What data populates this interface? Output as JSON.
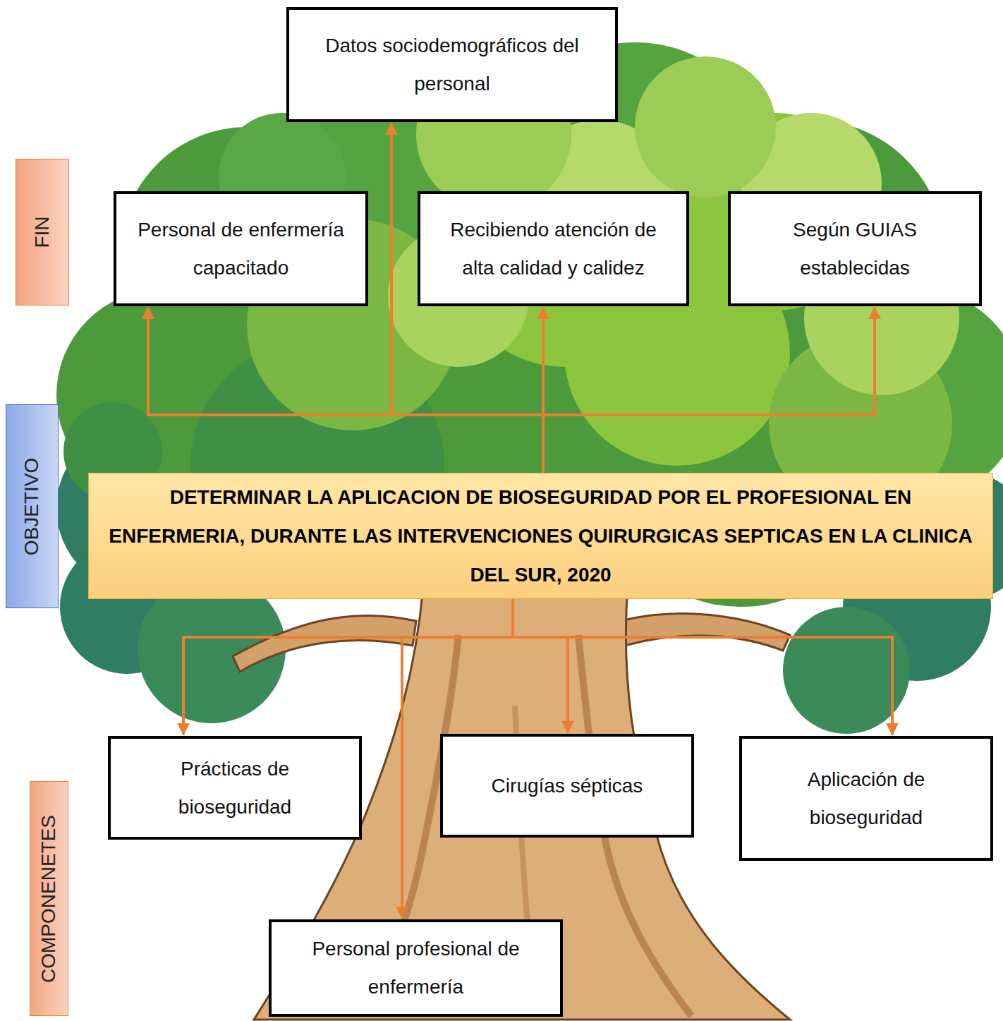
{
  "diagram": {
    "nodes": [
      {
        "text": [
          "Datos sociodemográficos del personal"
        ]
      },
      {
        "text": [
          "FIN"
        ]
      },
      {
        "text": [
          "Personal de enfermería capacitado"
        ]
      },
      {
        "text": [
          "Recibiendo atención de alta calidad y calidez"
        ]
      },
      {
        "text": [
          "Según GUIAS establecidas"
        ]
      },
      {
        "text": [
          "OBJETIVO"
        ]
      },
      {
        "text": [
          "DETERMINAR LA APLICACION DE BIOSEGURIDAD POR EL PROFESIONAL EN ENFERMERIA, DURANTE LAS INTERVENCIONES QUIRURGICAS SEPTICAS EN LA CLINICA DEL SUR, 2020"
        ]
      },
      {
        "text": [
          "COMPONENETES"
        ]
      },
      {
        "text": [
          "Prácticas de bioseguridad"
        ]
      },
      {
        "text": [
          "Cirugías sépticas"
        ]
      },
      {
        "text": [
          "Aplicación de bioseguridad"
        ]
      },
      {
        "text": [
          "Personal profesional de enfermería"
        ]
      }
    ],
    "edges": [
      {
        "from": 6,
        "to": 0,
        "arrow": "to"
      },
      {
        "from": 6,
        "to": 2,
        "arrow": "to"
      },
      {
        "from": 6,
        "to": 3,
        "arrow": "to"
      },
      {
        "from": 6,
        "to": 4,
        "arrow": "to"
      },
      {
        "from": 6,
        "to": 8,
        "arrow": "to"
      },
      {
        "from": 6,
        "to": 9,
        "arrow": "to"
      },
      {
        "from": 6,
        "to": 10,
        "arrow": "to"
      },
      {
        "from": 6,
        "to": 11,
        "arrow": "to"
      }
    ]
  }
}
